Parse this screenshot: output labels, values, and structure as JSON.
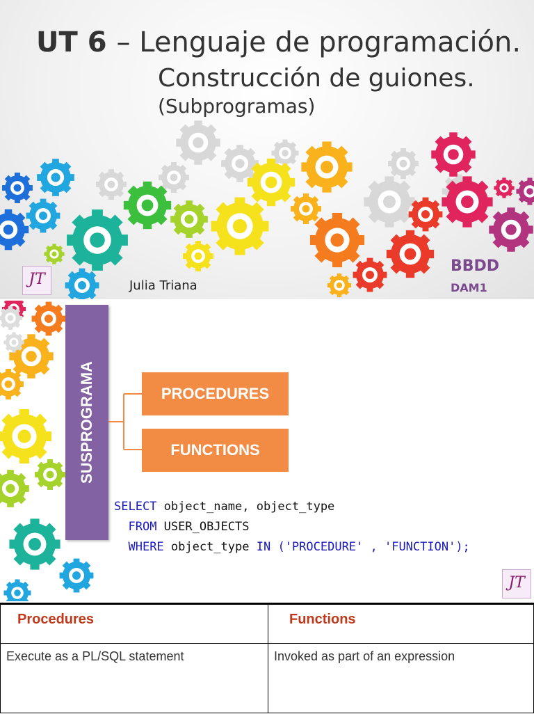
{
  "slide1": {
    "title_ut": "UT 6",
    "title_dash": "–",
    "title_line1": "Lenguaje de programación.",
    "title_line2": "Construcción de guiones.",
    "title_line3": "(Subprogramas)",
    "author": "Julia Triana",
    "subject": "BBDD",
    "course": "DAM1",
    "logo_text": "JT",
    "gear_colors": [
      "#1e6fd9",
      "#22a6e0",
      "#1db39a",
      "#3cbf3c",
      "#a5d22b",
      "#f5e21c",
      "#f9b21b",
      "#f47c1f",
      "#ea3b2a",
      "#e0245e",
      "#b2347f"
    ]
  },
  "slide2": {
    "vertical_label": "SUSPROGRAMA",
    "box1": "PROCEDURES",
    "box2": "FUNCTIONS",
    "code": {
      "l1_kw": "SELECT",
      "l1_rest": " object_name, object_type",
      "l2_kw": "FROM",
      "l2_rest": " USER_OBJECTS",
      "l3_kw": "WHERE",
      "l3_mid": " object_type ",
      "l3_kw2": "IN",
      "l3_str": " ('PROCEDURE' , 'FUNCTION');"
    },
    "logo_text": "JT"
  },
  "table": {
    "headers": [
      "Procedures",
      "Functions"
    ],
    "row1": [
      "Execute as a PL/SQL statement",
      "Invoked as part of an expression"
    ]
  }
}
